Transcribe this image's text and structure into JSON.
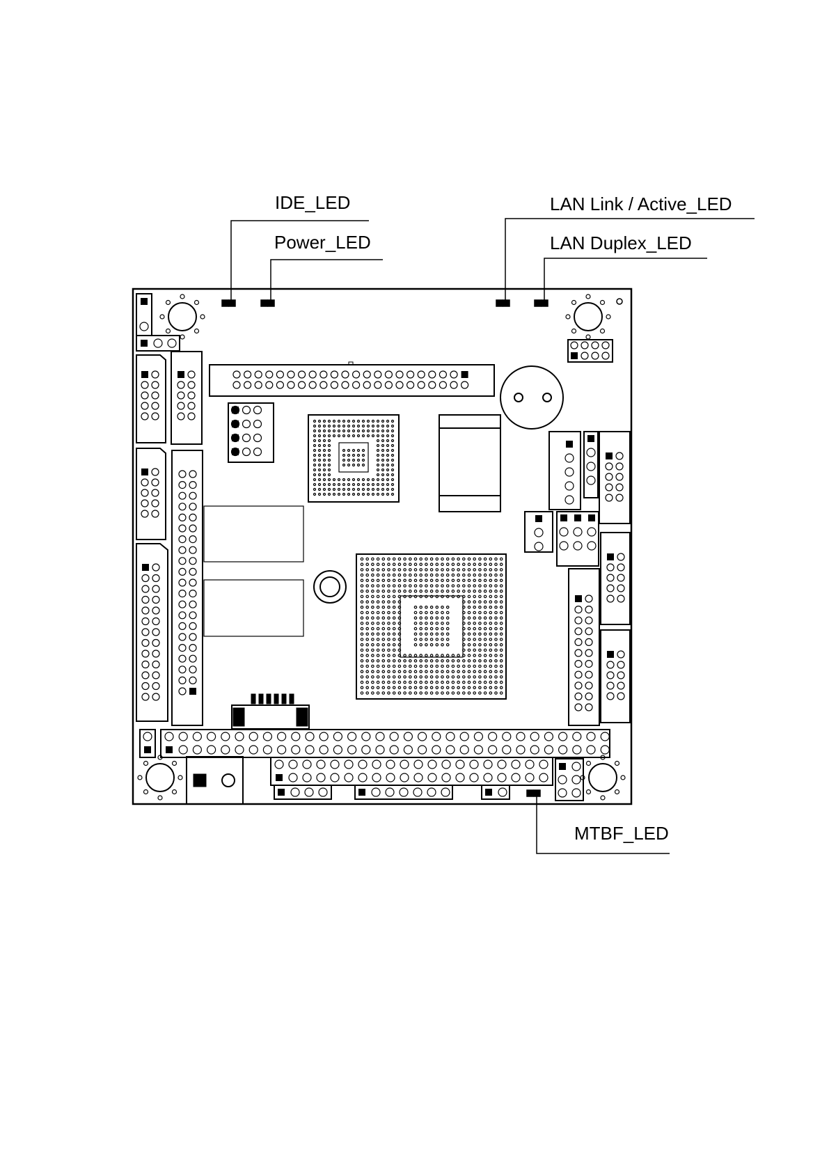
{
  "labels": {
    "ide_led": "IDE_LED",
    "power_led": "Power_LED",
    "lan_link_active_led": "LAN Link / Active_LED",
    "lan_duplex_led": "LAN Duplex_LED",
    "mtbf_led": "MTBF_LED"
  },
  "colors": {
    "line": "#000000",
    "background": "#ffffff"
  }
}
